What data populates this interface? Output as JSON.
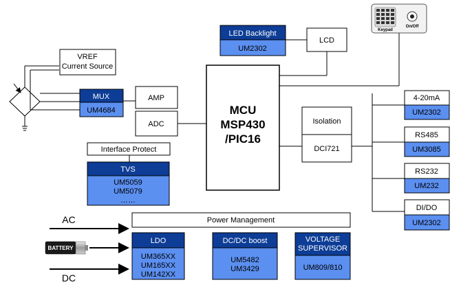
{
  "mcu": {
    "line1": "MCU",
    "line2": "MSP430",
    "line3": "/PIC16"
  },
  "led_backlight": {
    "title": "LED Backlight",
    "part": "UM2302"
  },
  "lcd": {
    "label": "LCD"
  },
  "keypad": {
    "label": "Keypad",
    "power_label": "On/Off"
  },
  "vref": {
    "line1": "VREF",
    "line2": "Current Source"
  },
  "mux": {
    "title": "MUX",
    "part": "UM4684"
  },
  "amp": {
    "label": "AMP"
  },
  "adc": {
    "label": "ADC"
  },
  "isolation": {
    "title": "Isolation",
    "part": "DCI721"
  },
  "interface_protect": {
    "label": "Interface Protect"
  },
  "tvs": {
    "title": "TVS",
    "part1": "UM5059",
    "part2": "UM5079",
    "more": "……"
  },
  "interfaces": [
    {
      "title": "4-20mA",
      "part": "UM2302"
    },
    {
      "title": "RS485",
      "part": "UM3085"
    },
    {
      "title": "RS232",
      "part": "UM232"
    },
    {
      "title": "DI/DO",
      "part": "UM2302"
    }
  ],
  "power_management": {
    "label": "Power Management"
  },
  "inputs": {
    "ac": "AC",
    "battery": "BATTERY",
    "dc": "DC"
  },
  "ldo": {
    "title": "LDO",
    "part1": "UM365XX",
    "part2": "UM165XX",
    "part3": "UM142XX"
  },
  "dcdc": {
    "title": "DC/DC boost",
    "part1": "UM5482",
    "part2": "UM3429"
  },
  "supervisor": {
    "title1": "VOLTAGE",
    "title2": "SUPERVISOR",
    "part": "UM809/810"
  },
  "colors": {
    "dark_blue": "#0d3d96",
    "light_blue": "#5b8ff0",
    "line": "#000000"
  }
}
